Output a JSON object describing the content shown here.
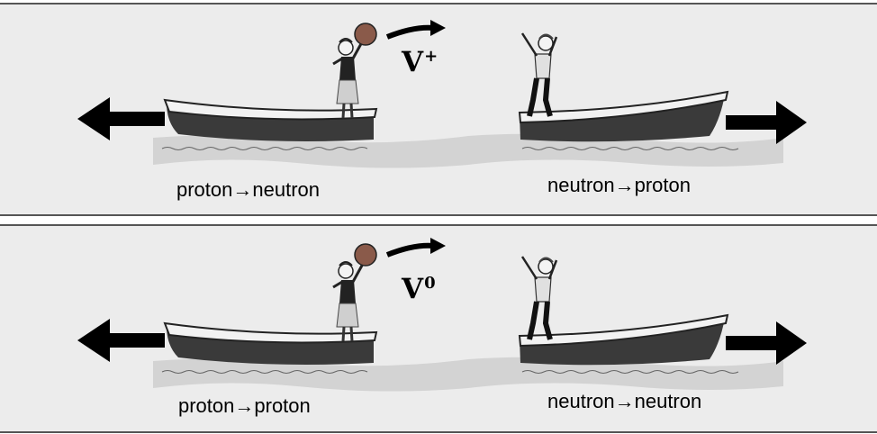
{
  "panels": [
    {
      "left_label": "proton→neutron",
      "right_label": "neutron→proton",
      "boson_symbol": "V",
      "boson_charge": "+"
    },
    {
      "left_label": "proton→proton",
      "right_label": "neutron→neutron",
      "boson_symbol": "V",
      "boson_charge": "0"
    }
  ],
  "colors": {
    "panel_background": "#ececec",
    "hull_dark": "#3a3a3a",
    "boat_rim": "#f2f2f2",
    "water": "#d3d3d3",
    "ball": "#8a5a4a",
    "arrow": "#000000"
  },
  "icons": [
    "left-arrow-icon",
    "right-arrow-icon",
    "curved-arrow-icon",
    "ball-icon"
  ]
}
